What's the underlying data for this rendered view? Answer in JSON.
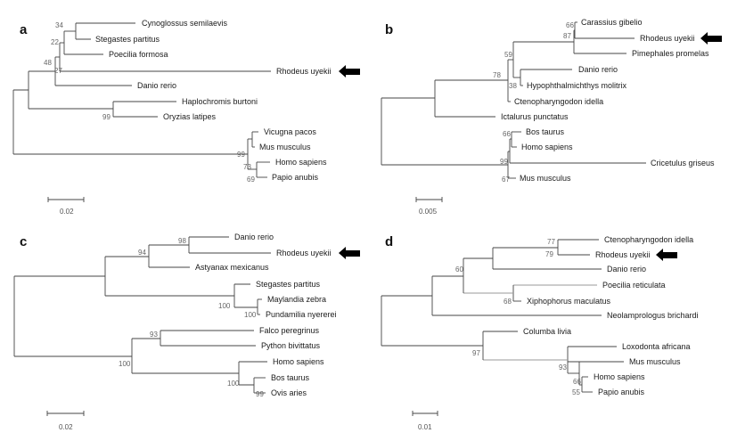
{
  "figure": {
    "panels": [
      {
        "id": "a",
        "label": "a",
        "taxa": [
          {
            "name": "Cynoglossus semilaevis"
          },
          {
            "name": "Stegastes partitus"
          },
          {
            "name": "Poecilia formosa"
          },
          {
            "name": "Rhodeus uyekii",
            "highlighted": true
          },
          {
            "name": "Danio rerio"
          },
          {
            "name": "Haplochromis burtoni"
          },
          {
            "name": "Oryzias latipes"
          },
          {
            "name": "Vicugna pacos"
          },
          {
            "name": "Mus musculus"
          },
          {
            "name": "Homo sapiens"
          },
          {
            "name": "Papio anubis"
          }
        ],
        "bootstrap": [
          "34",
          "22",
          "48",
          "27",
          "99",
          "99",
          "73",
          "69"
        ],
        "scale_bar": "0.02"
      },
      {
        "id": "b",
        "label": "b",
        "taxa": [
          {
            "name": "Carassius gibelio"
          },
          {
            "name": "Rhodeus uyekii",
            "highlighted": true
          },
          {
            "name": "Pimephales promelas"
          },
          {
            "name": "Danio rerio"
          },
          {
            "name": "Hypophthalmichthys molitrix"
          },
          {
            "name": "Ctenopharyngodon idella"
          },
          {
            "name": "Ictalurus punctatus"
          },
          {
            "name": "Bos taurus"
          },
          {
            "name": "Homo sapiens"
          },
          {
            "name": "Cricetulus griseus"
          },
          {
            "name": "Mus musculus"
          }
        ],
        "bootstrap": [
          "66",
          "87",
          "59",
          "78",
          "38",
          "66",
          "99",
          "67"
        ],
        "scale_bar": "0.005"
      },
      {
        "id": "c",
        "label": "c",
        "taxa": [
          {
            "name": "Danio rerio"
          },
          {
            "name": "Rhodeus uyekii",
            "highlighted": true
          },
          {
            "name": "Astyanax mexicanus"
          },
          {
            "name": "Stegastes partitus"
          },
          {
            "name": "Maylandia zebra"
          },
          {
            "name": "Pundamilia nyererei"
          },
          {
            "name": "Falco peregrinus"
          },
          {
            "name": "Python bivittatus"
          },
          {
            "name": "Homo sapiens"
          },
          {
            "name": "Bos taurus"
          },
          {
            "name": "Ovis aries"
          }
        ],
        "bootstrap": [
          "98",
          "94",
          "100",
          "100",
          "93",
          "100",
          "100",
          "99"
        ],
        "scale_bar": "0.02"
      },
      {
        "id": "d",
        "label": "d",
        "taxa": [
          {
            "name": "Ctenopharyngodon idella"
          },
          {
            "name": "Rhodeus uyekii",
            "highlighted": true
          },
          {
            "name": "Danio rerio"
          },
          {
            "name": "Poecilia reticulata"
          },
          {
            "name": "Xiphophorus maculatus"
          },
          {
            "name": "Neolamprologus brichardi"
          },
          {
            "name": "Columba livia"
          },
          {
            "name": "Loxodonta africana"
          },
          {
            "name": "Mus musculus"
          },
          {
            "name": "Homo sapiens"
          },
          {
            "name": "Papio anubis"
          }
        ],
        "bootstrap": [
          "77",
          "79",
          "60",
          "68",
          "97",
          "93",
          "66",
          "55"
        ],
        "scale_bar": "0.01"
      }
    ],
    "highlight_marker": "arrow-left",
    "colors": {
      "branch": "#444444",
      "text": "#1a1a1a",
      "bootstrap": "#666666",
      "arrow": "#000000"
    }
  }
}
